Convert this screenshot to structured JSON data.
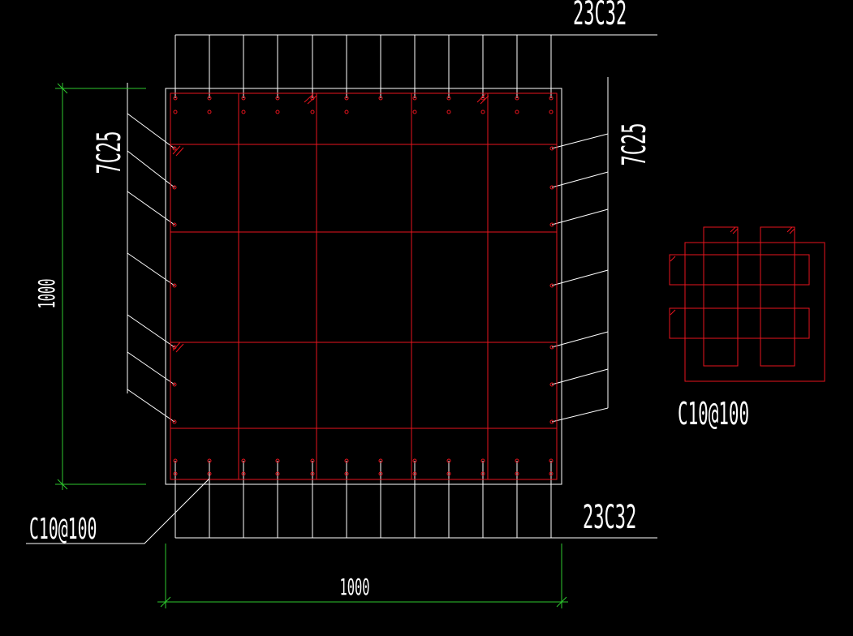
{
  "colors": {
    "background": "#000000",
    "leader": "#ffffff",
    "rebar": "#e8141e",
    "dimension": "#2ec82e",
    "text": "#ffffff"
  },
  "labels": {
    "top_bars": "23C32",
    "bottom_bars": "23C32",
    "left_bars": "7C25",
    "right_bars": "7C25",
    "stirrup_main": "C10@100",
    "stirrup_detail": "C10@100"
  },
  "dimensions": {
    "height": "1000",
    "width": "1000"
  }
}
